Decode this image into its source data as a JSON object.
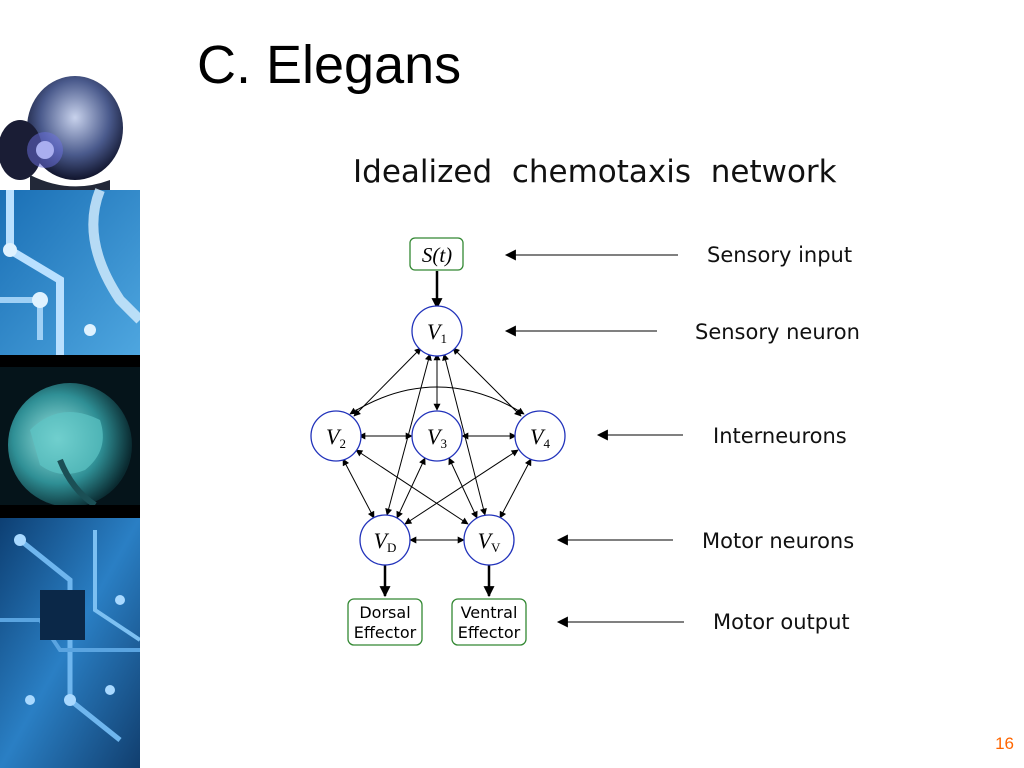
{
  "slide": {
    "title": "C. Elegans",
    "page_number": "16"
  },
  "diagram": {
    "title": "Idealized  chemotaxis  network",
    "nodes": {
      "input": "S(t)",
      "v1_main": "V",
      "v1_sub": "1",
      "v2_main": "V",
      "v2_sub": "2",
      "v3_main": "V",
      "v3_sub": "3",
      "v4_main": "V",
      "v4_sub": "4",
      "vd_main": "V",
      "vd_sub": "D",
      "vv_main": "V",
      "vv_sub": "V",
      "dorsal_line1": "Dorsal",
      "dorsal_line2": "Effector",
      "ventral_line1": "Ventral",
      "ventral_line2": "Effector"
    },
    "annotations": [
      "Sensory input",
      "Sensory neuron",
      "Interneurons",
      "Motor neurons",
      "Motor output"
    ]
  },
  "colors": {
    "node_stroke": "#2233bb",
    "effector_stroke": "#338833",
    "page_number": "#ff6600"
  },
  "decoration": {
    "sidebar_images": [
      "robot-head-image",
      "circuit-board-image",
      "brain-mri-image",
      "circuit-chip-image"
    ]
  }
}
